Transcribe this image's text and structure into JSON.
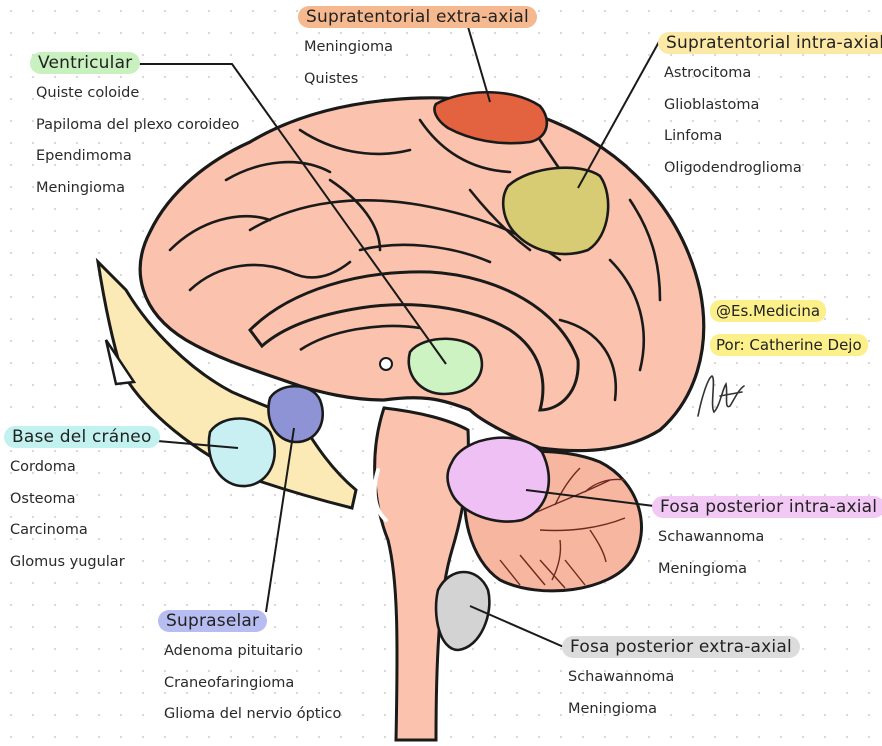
{
  "colors": {
    "brain": "#fbc3ad",
    "skull": "#fbeab6",
    "outline": "#1a1a1a",
    "ventricular": "#c9f0bf",
    "supratentorial_extra": "#f6b98f",
    "supratentorial_intra": "#fde9a6",
    "base_craneo": "#c2f2ef",
    "supraselar": "#b7bdf0",
    "fosa_intra": "#f2c8f4",
    "fosa_extra": "#dcdcdc",
    "credit": "#fcf08a",
    "tumor_green": "#cdf3c2",
    "tumor_red": "#e3623f",
    "tumor_yellow": "#d7cc74",
    "tumor_blue": "#8d93d4",
    "tumor_cyan": "#c8f0f3",
    "tumor_pink": "#eec0f4",
    "tumor_gray": "#d3d3d3"
  },
  "groups": {
    "ventricular": {
      "title": "Ventricular",
      "items": [
        "Quiste coloide",
        "Papiloma del plexo coroideo",
        "Ependimoma",
        "Meningioma"
      ]
    },
    "supratentorial_extra": {
      "title": "Supratentorial extra-axial",
      "items": [
        "Meningioma",
        "Quistes"
      ]
    },
    "supratentorial_intra": {
      "title": "Supratentorial intra-axial",
      "items": [
        "Astrocitoma",
        "Glioblastoma",
        "Linfoma",
        "Oligodendroglioma"
      ]
    },
    "base_craneo": {
      "title": "Base del cráneo",
      "items": [
        "Cordoma",
        "Osteoma",
        "Carcinoma",
        "Glomus yugular"
      ]
    },
    "supraselar": {
      "title": "Supraselar",
      "items": [
        "Adenoma pituitario",
        "Craneofaringioma",
        "Glioma del nervio óptico"
      ]
    },
    "fosa_intra": {
      "title": "Fosa posterior intra-axial",
      "items": [
        "Schawannoma",
        "Meningioma"
      ]
    },
    "fosa_extra": {
      "title": "Fosa posterior extra-axial",
      "items": [
        "Schawannoma",
        "Meningioma"
      ]
    }
  },
  "credits": {
    "handle": "@Es.Medicina",
    "author": "Por: Catherine Dejo"
  }
}
